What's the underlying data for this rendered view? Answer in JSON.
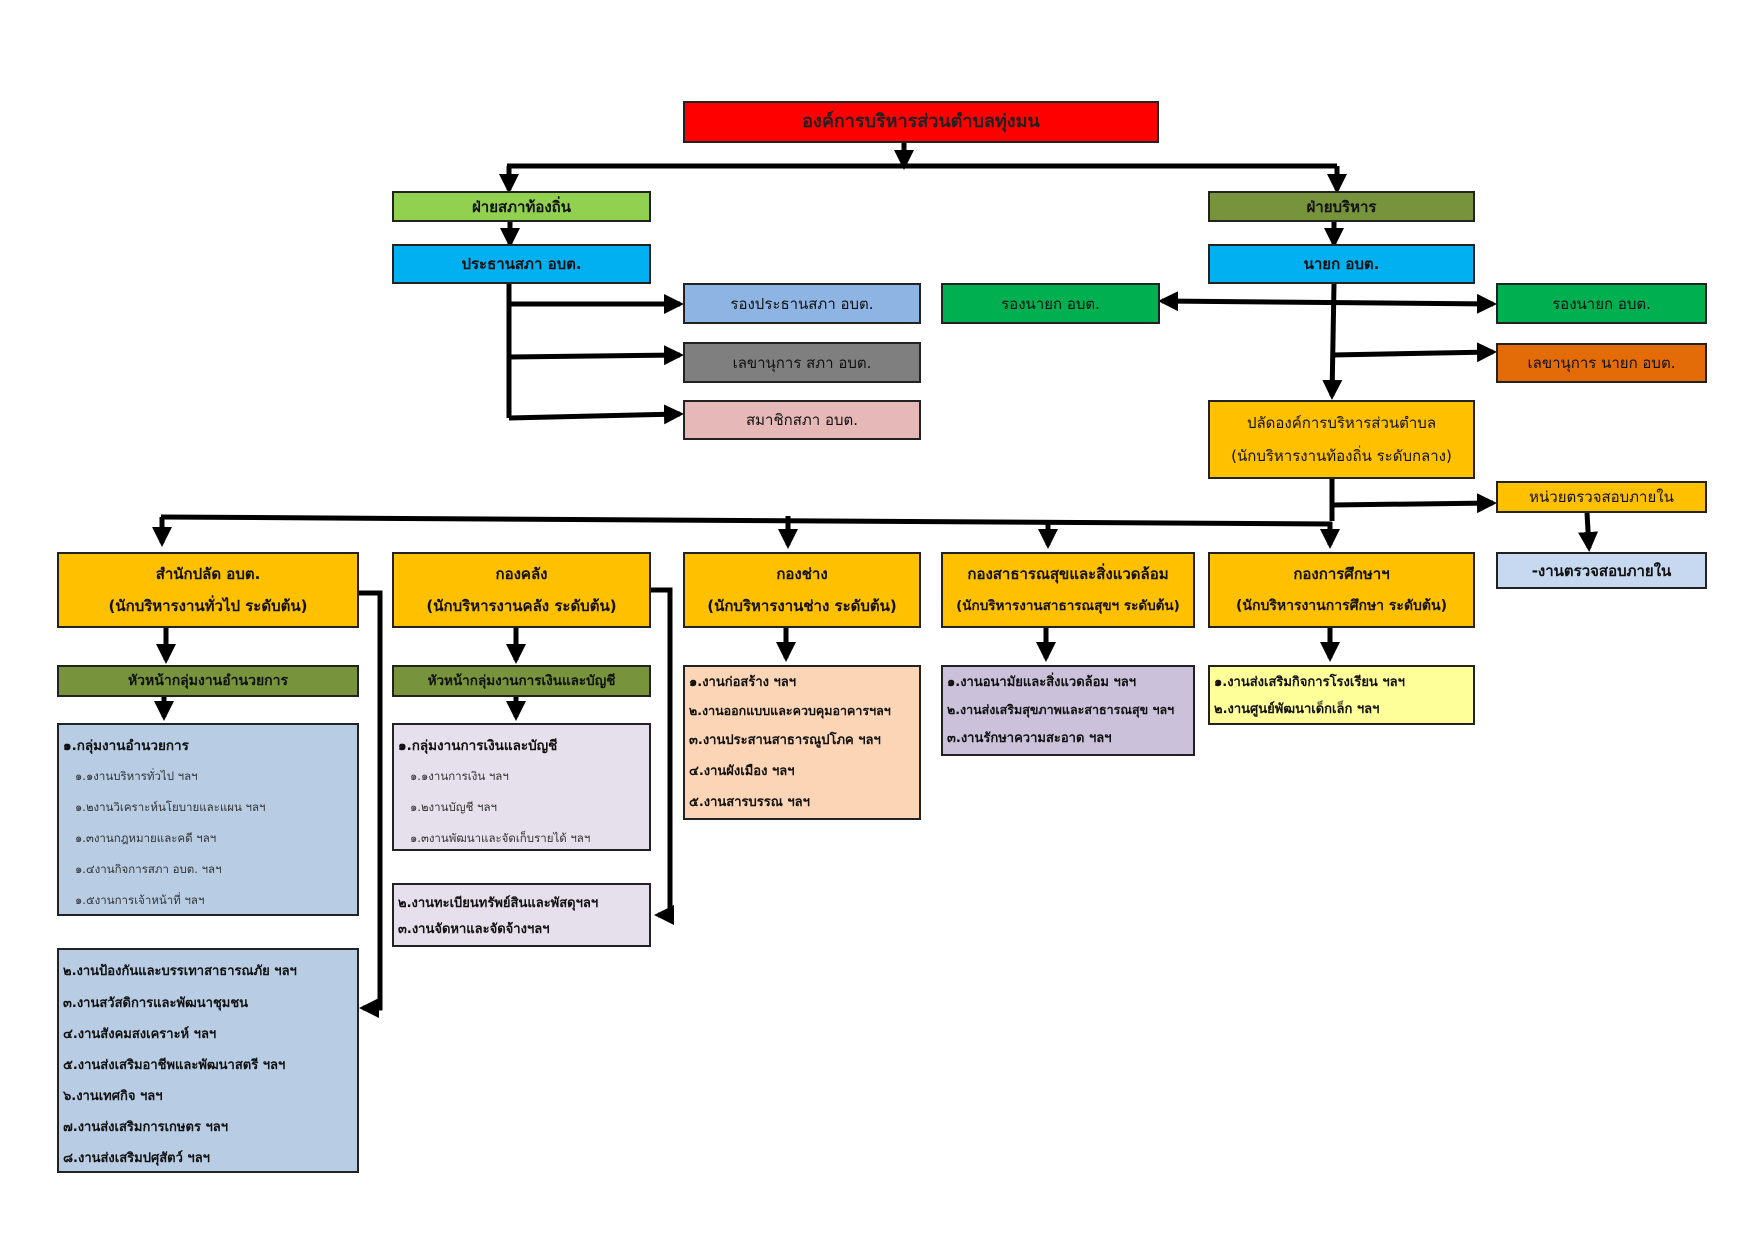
{
  "root": {
    "label": "องค์การบริหารส่วนตำบลทุ่งมน",
    "color": "#ff0000"
  },
  "council": {
    "side": {
      "label": "ฝ่ายสภาท้องถิ่น",
      "color": "#92d050"
    },
    "chair": {
      "label": "ประธานสภา อบต.",
      "color": "#00b0f0"
    },
    "vice_chair": {
      "label": "รองประธานสภา อบต.",
      "color": "#8eb4e3"
    },
    "secretary": {
      "label": "เลขานุการ สภา อบต.",
      "color": "#7f7f7f"
    },
    "members": {
      "label": "สมาชิกสภา อบต.",
      "color": "#e6b9b8"
    }
  },
  "executive": {
    "side": {
      "label": "ฝ่ายบริหาร",
      "color": "#77933c"
    },
    "mayor": {
      "label": "นายก อบต.",
      "color": "#00b0f0"
    },
    "deputy_left": {
      "label": "รองนายก อบต.",
      "color": "#00b050"
    },
    "deputy_right": {
      "label": "รองนายก อบต.",
      "color": "#00b050"
    },
    "secretary": {
      "label": "เลขานุการ นายก อบต.",
      "color": "#e36c09"
    },
    "clerk": {
      "line1": "ปลัดองค์การบริหารส่วนตำบล",
      "line2": "(นักบริหารงานท้องถิ่น ระดับกลาง)",
      "color": "#ffc000"
    },
    "audit_unit": {
      "label": "หน่วยตรวจสอบภายใน",
      "color": "#ffc000"
    },
    "audit_work": {
      "label": "-งานตรวจสอบภายใน",
      "color": "#c6d9f1"
    }
  },
  "departments": {
    "palad": {
      "name": "สำนักปลัด อบต.",
      "level": "(นักบริหารงานทั่วไป ระดับต้น)",
      "color": "#ffc000",
      "head": {
        "label": "หัวหน้ากลุ่มงานอำนวยการ",
        "color": "#77933c"
      },
      "group1": {
        "title": "๑.กลุ่มงานอำนวยการ",
        "items": [
          "๑.๑งานบริหารทั่วไป ฯลฯ",
          "๑.๒งานวิเคราะห์นโยบายและแผน ฯลฯ",
          "๑.๓งานกฎหมายและคดี ฯลฯ",
          "๑.๔งานกิจการสภา อบต. ฯลฯ",
          "๑.๕งานการเจ้าหน้าที่ ฯลฯ"
        ],
        "color": "#b8cce4"
      },
      "group2": {
        "items": [
          "๒.งานป้องกันและบรรเทาสาธารณภัย ฯลฯ",
          "๓.งานสวัสดิการและพัฒนาชุมชน",
          "๔.งานสังคมสงเคราะห์ ฯลฯ",
          "๕.งานส่งเสริมอาชีพและพัฒนาสตรี ฯลฯ",
          "๖.งานเทศกิจ ฯลฯ",
          "๗.งานส่งเสริมการเกษตร ฯลฯ",
          "๘.งานส่งเสริมปศุสัตว์ ฯลฯ"
        ],
        "color": "#b8cce4"
      }
    },
    "finance": {
      "name": "กองคลัง",
      "level": "(นักบริหารงานคลัง ระดับต้น)",
      "color": "#ffc000",
      "head": {
        "label": "หัวหน้ากลุ่มงานการเงินและบัญชี",
        "color": "#77933c"
      },
      "group1": {
        "title": "๑.กลุ่มงานการเงินและบัญชี",
        "items": [
          "๑.๑งานการเงิน ฯลฯ",
          "๑.๒งานบัญชี ฯลฯ",
          "๑.๓งานพัฒนาและจัดเก็บรายได้ ฯลฯ"
        ],
        "color": "#e6e0ec"
      },
      "group2": {
        "items": [
          "๒.งานทะเบียนทรัพย์สินและพัสดุฯลฯ",
          "๓.งานจัดหาและจัดจ้างฯลฯ"
        ],
        "color": "#e6e0ec"
      }
    },
    "engineering": {
      "name": "กองช่าง",
      "level": "(นักบริหารงานช่าง ระดับต้น)",
      "color": "#ffc000",
      "items": [
        "๑.งานก่อสร้าง ฯลฯ",
        "๒.งานออกแบบและควบคุมอาคารฯลฯ",
        "๓.งานประสานสาธารณูปโภค ฯลฯ",
        "๔.งานผังเมือง ฯลฯ",
        "๕.งานสารบรรณ ฯลฯ"
      ],
      "items_color": "#fbd5b5"
    },
    "health": {
      "name": "กองสาธารณสุขและสิ่งแวดล้อม",
      "level": "(นักบริหารงานสาธารณสุขฯ ระดับต้น)",
      "color": "#ffc000",
      "items": [
        "๑.งานอนามัยและสิ่งแวดล้อม ฯลฯ",
        "๒.งานส่งเสริมสุขภาพและสาธารณสุข ฯลฯ",
        "๓.งานรักษาความสะอาด ฯลฯ"
      ],
      "items_color": "#ccc1da"
    },
    "education": {
      "name": "กองการศึกษาฯ",
      "level": "(นักบริหารงานการศึกษา ระดับต้น)",
      "color": "#ffc000",
      "items": [
        "๑.งานส่งเสริมกิจการโรงเรียน ฯลฯ",
        "๒.งานศูนย์พัฒนาเด็กเล็ก ฯลฯ"
      ],
      "items_color": "#ffff99"
    }
  }
}
